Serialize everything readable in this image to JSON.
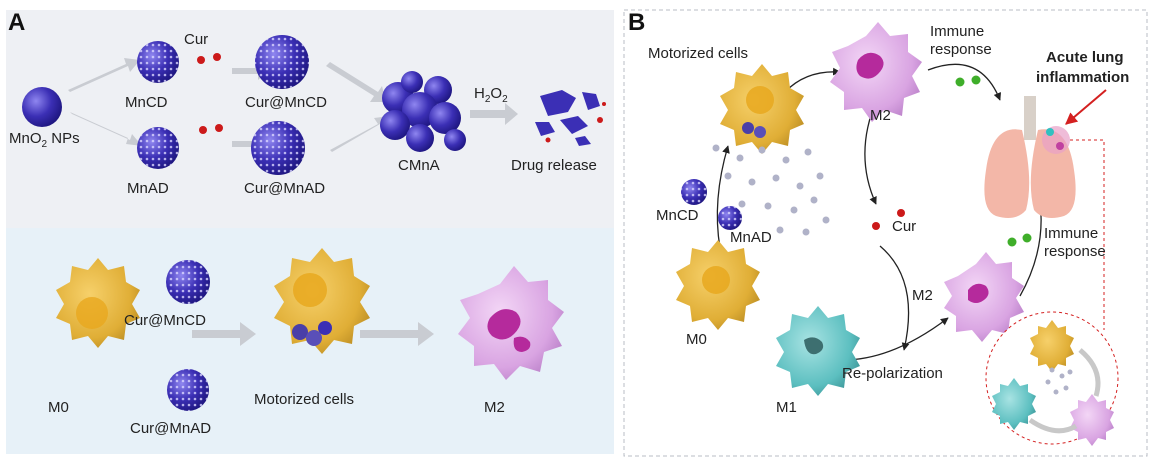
{
  "panel_a": {
    "letter": "A",
    "labels": {
      "mno2": "MnO",
      "mno2_sub": "2",
      "mno2_rest": " NPs",
      "cur": "Cur",
      "mncd": "MnCD",
      "mnad": "MnAD",
      "cur_mncd": "Cur@MnCD",
      "cur_mnad": "Cur@MnAD",
      "cmna": "CMnA",
      "h2o2_h": "H",
      "h2o2_2a": "2",
      "h2o2_o": "O",
      "h2o2_2b": "2",
      "drug_release": "Drug release",
      "m0": "M0",
      "cur_mncd_2": "Cur@MnCD",
      "cur_mnad_2": "Cur@MnAD",
      "motorized": "Motorized cells",
      "m2": "M2"
    }
  },
  "panel_b": {
    "letter": "B",
    "labels": {
      "motorized": "Motorized cells",
      "m2_top": "M2",
      "immune_top_1": "Immune",
      "immune_top_2": "response",
      "acute_1": "Acute lung",
      "acute_2": "inflammation",
      "mncd": "MnCD",
      "mnad": "MnAD",
      "cur": "Cur",
      "immune_mid_1": "Immune",
      "immune_mid_2": "response",
      "m2_mid": "M2",
      "m0": "M0",
      "m1": "M1",
      "repolarization": "Re-polarization"
    }
  },
  "colors": {
    "particle": "#3b2fb5",
    "particle_dark": "#1e1680",
    "m0_cell": "#e3b43c",
    "m2_cell": "#d79ee0",
    "m2_core": "#b52a9c",
    "m1_cell": "#5cc0c0",
    "cur_dot": "#cc1a1a",
    "immune_dot": "#3fae2a",
    "panel_a_top_bg": "#eef0f4",
    "panel_a_bottom_bg": "#e7f1f8",
    "lung": "#f3b7a8",
    "inflammation_arrow": "#d42020"
  }
}
